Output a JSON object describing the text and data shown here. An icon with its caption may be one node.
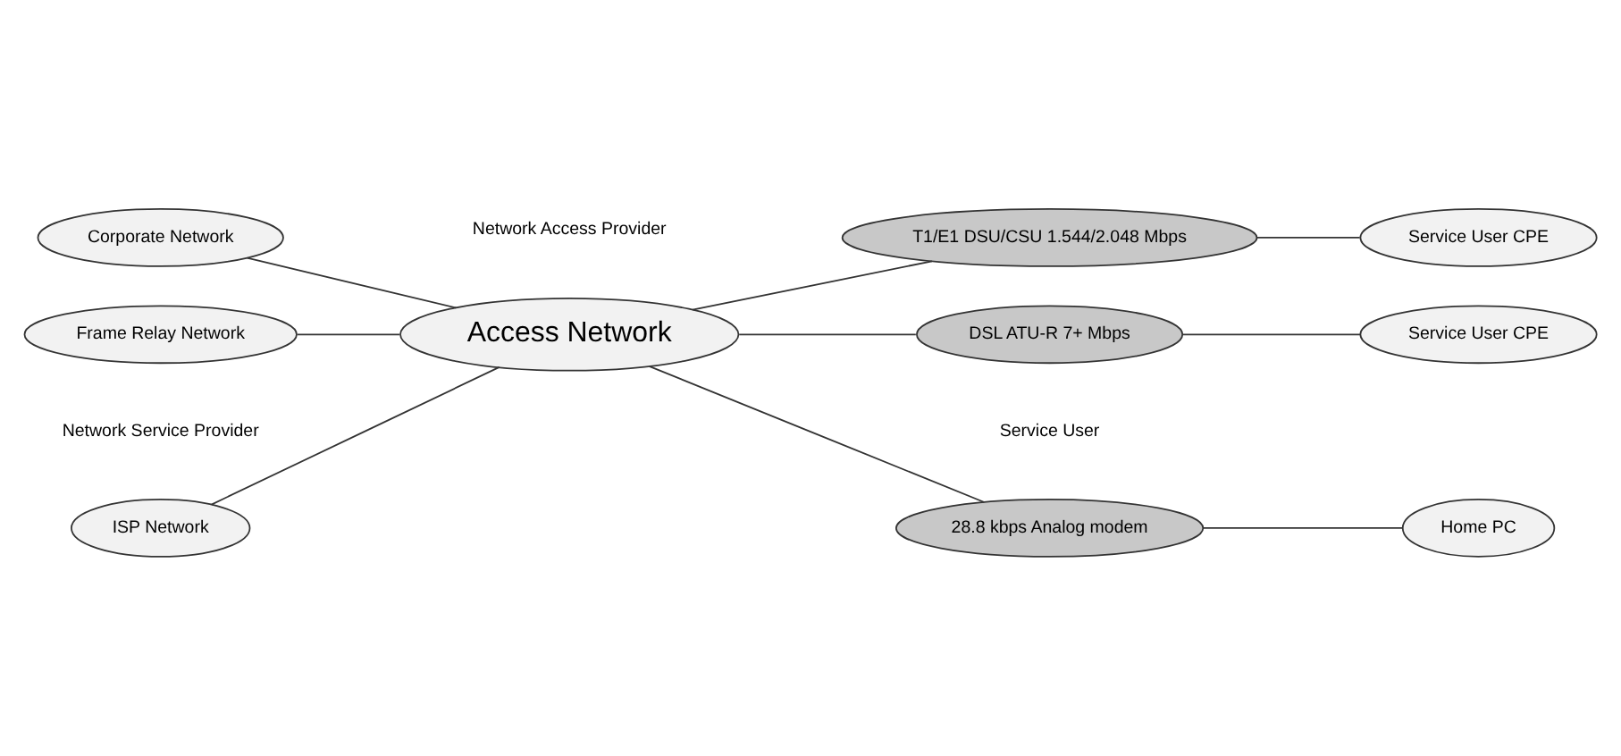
{
  "diagram": {
    "nodes": [
      {
        "text": [
          "ISP Network"
        ]
      },
      {
        "text": [
          "Corporate Network"
        ]
      },
      {
        "text": [
          "Frame Relay Network"
        ]
      },
      {
        "text": [
          "Access Network"
        ]
      },
      {
        "text": [
          "28.8 kbps Analog modem"
        ]
      },
      {
        "text": [
          "Home PC"
        ]
      },
      {
        "text": [
          "T1/E1 DSU/CSU 1.544/2.048 Mbps"
        ]
      },
      {
        "text": [
          "Service User CPE"
        ]
      },
      {
        "text": [
          "DSL ATU-R 7+ Mbps"
        ]
      },
      {
        "text": [
          "Service User CPE"
        ]
      }
    ],
    "edges": [
      {
        "from": 0,
        "to": 3,
        "arrow": "none"
      },
      {
        "from": 1,
        "to": 3,
        "arrow": "none"
      },
      {
        "from": 2,
        "to": 3,
        "arrow": "none"
      },
      {
        "from": 3,
        "to": 4,
        "arrow": "none"
      },
      {
        "from": 3,
        "to": 6,
        "arrow": "none"
      },
      {
        "from": 3,
        "to": 8,
        "arrow": "none"
      },
      {
        "from": 4,
        "to": 5,
        "arrow": "none"
      },
      {
        "from": 6,
        "to": 7,
        "arrow": "none"
      },
      {
        "from": 8,
        "to": 9,
        "arrow": "none"
      }
    ],
    "labels": [
      "Network Service Provider",
      "Network Access Provider",
      "Service User"
    ]
  }
}
